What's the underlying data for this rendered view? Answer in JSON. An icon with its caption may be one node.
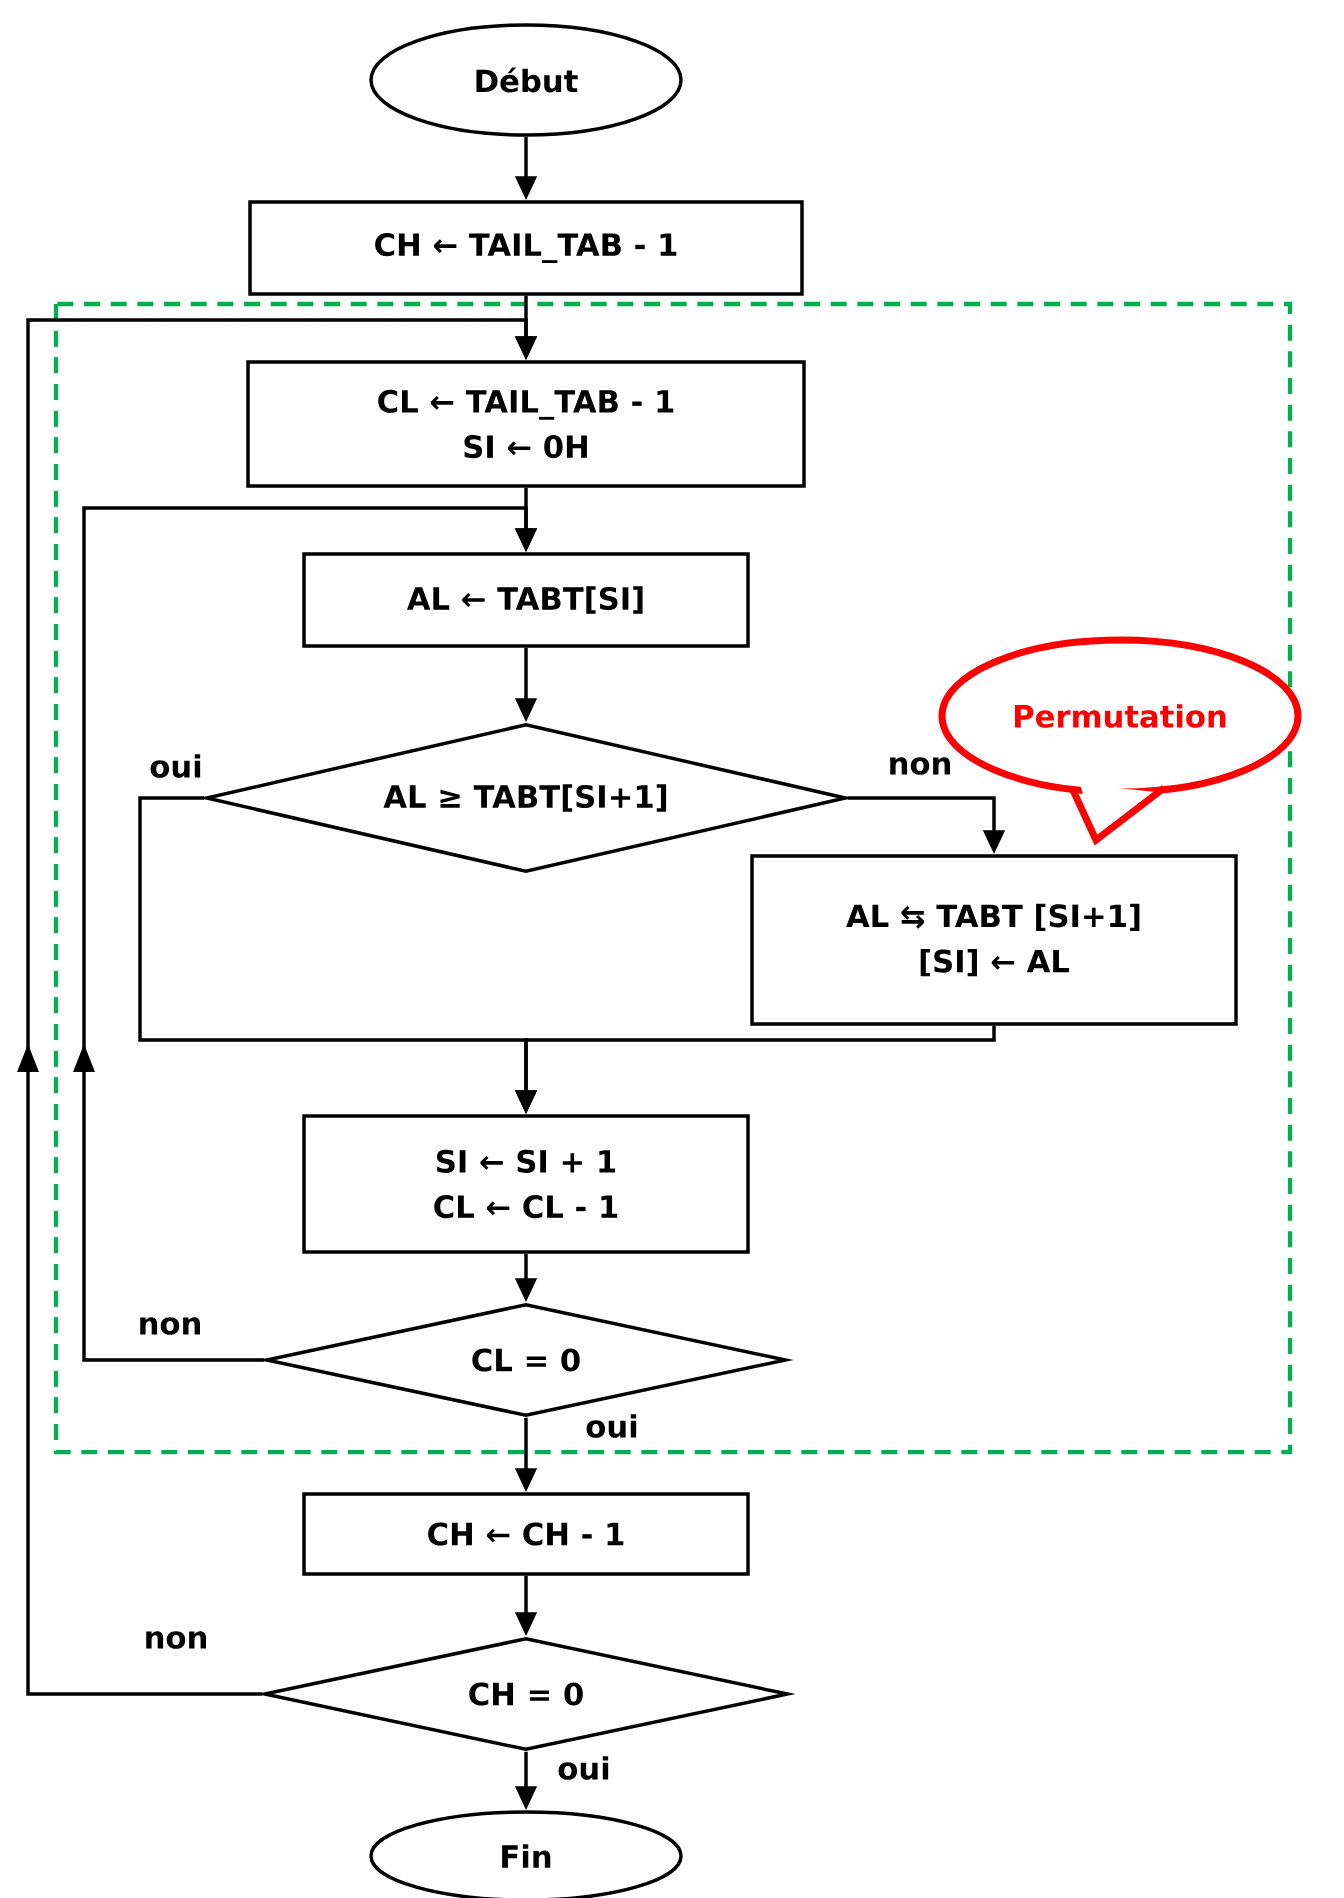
{
  "diagram": {
    "nodes": [
      {
        "text": [
          "Début"
        ]
      },
      {
        "text": [
          "CH ← TAIL_TAB - 1"
        ]
      },
      {
        "text": [
          "CL ← TAIL_TAB - 1",
          "SI ← 0H"
        ]
      },
      {
        "text": [
          "AL ← TABT[SI]"
        ]
      },
      {
        "text": [
          "AL ≥ TABT[SI+1]"
        ]
      },
      {
        "text": [
          "AL ⇆ TABT [SI+1]",
          "[SI] ← AL"
        ]
      },
      {
        "text": [
          "Permutation"
        ]
      },
      {
        "text": [
          "SI ← SI + 1",
          "CL ← CL - 1"
        ]
      },
      {
        "text": [
          "CL = 0"
        ]
      },
      {
        "text": [
          "CH ← CH - 1"
        ]
      },
      {
        "text": [
          "CH = 0"
        ]
      },
      {
        "text": [
          "Fin"
        ]
      }
    ],
    "edges": [
      {
        "from": 0,
        "to": 1,
        "arrow": "to"
      },
      {
        "from": 1,
        "to": 2,
        "arrow": "to"
      },
      {
        "from": 2,
        "to": 3,
        "arrow": "to"
      },
      {
        "from": 3,
        "to": 4,
        "arrow": "to"
      },
      {
        "from": 4,
        "to": 5,
        "arrow": "to",
        "label": "non"
      },
      {
        "from": 4,
        "to": 7,
        "arrow": "to",
        "label": "oui"
      },
      {
        "from": 5,
        "to": 7,
        "arrow": "to"
      },
      {
        "from": 7,
        "to": 8,
        "arrow": "to"
      },
      {
        "from": 8,
        "to": 3,
        "arrow": "to",
        "label": "non"
      },
      {
        "from": 8,
        "to": 9,
        "arrow": "to",
        "label": "oui"
      },
      {
        "from": 9,
        "to": 10,
        "arrow": "to"
      },
      {
        "from": 10,
        "to": 2,
        "arrow": "to",
        "label": "non"
      },
      {
        "from": 10,
        "to": 11,
        "arrow": "to",
        "label": "oui"
      }
    ]
  }
}
